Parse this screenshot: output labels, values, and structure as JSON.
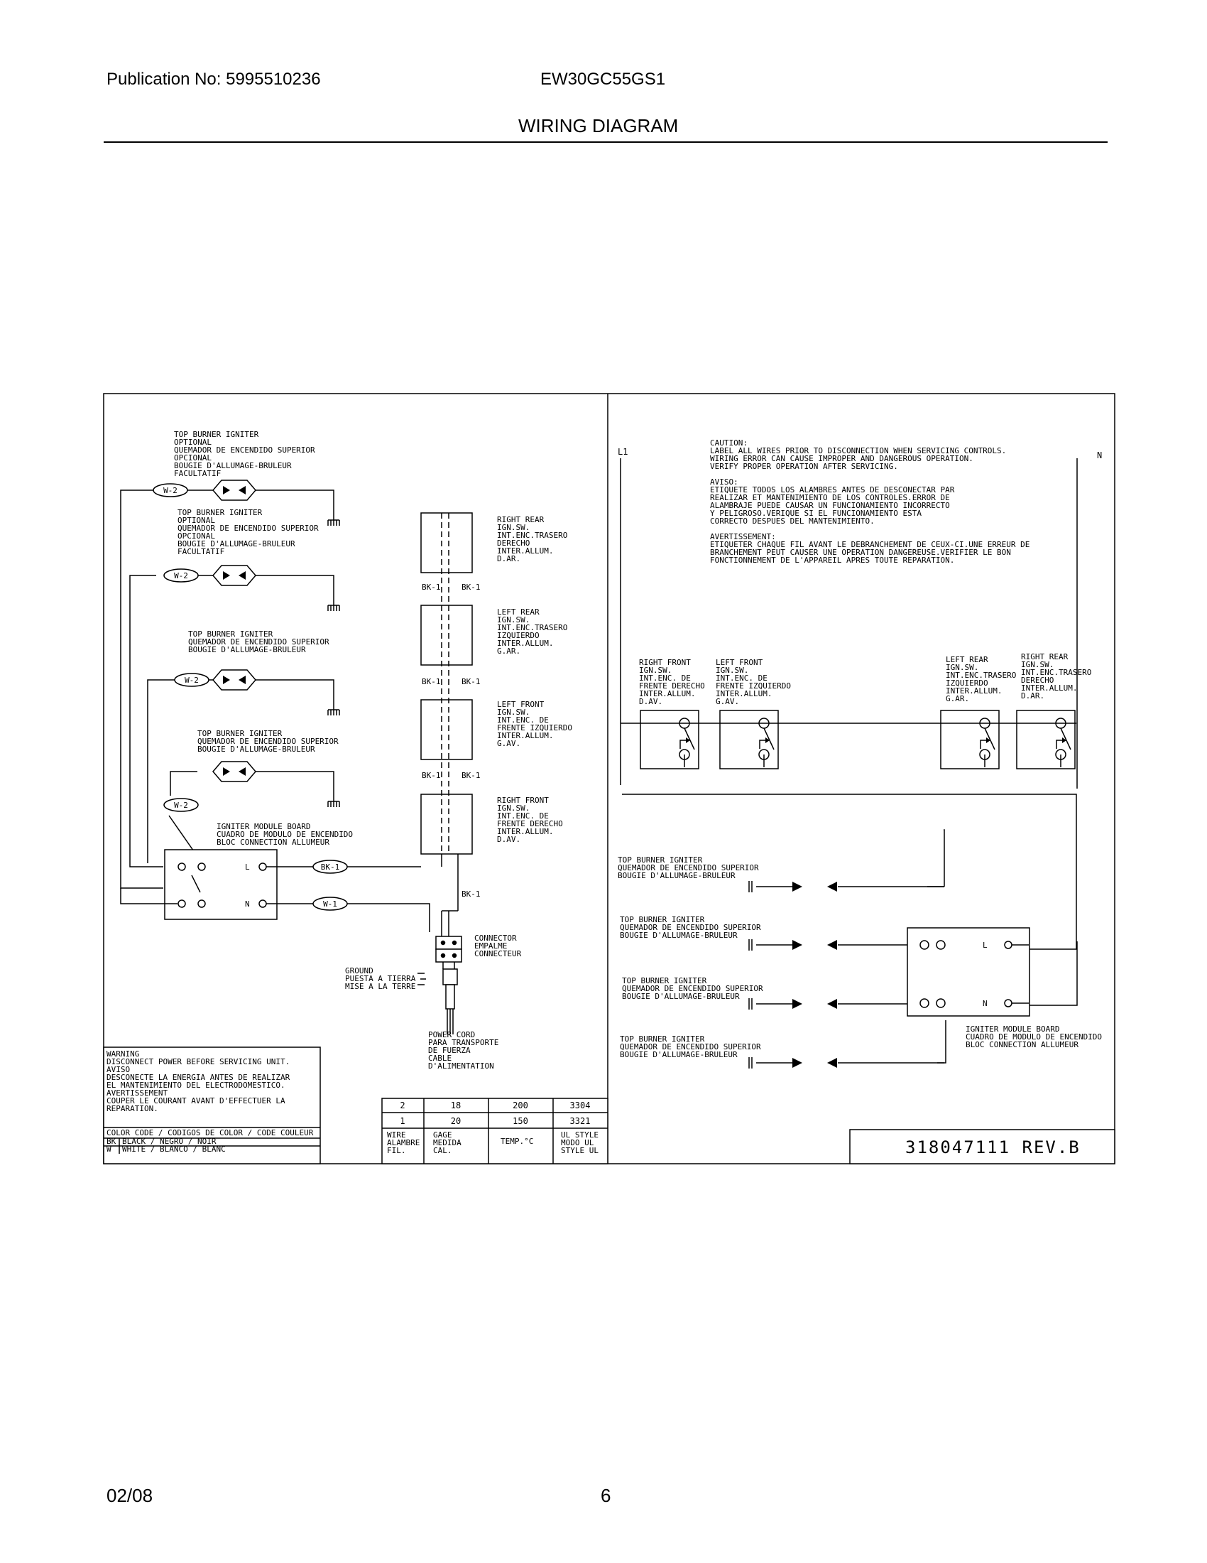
{
  "header": {
    "publication": "Publication No: 5995510236",
    "model": "EW30GC55GS1",
    "title": "WIRING DIAGRAM"
  },
  "footer": {
    "date": "02/08",
    "page": "6"
  },
  "left": {
    "igniters": [
      [
        "TOP BURNER IGNITER",
        "OPTIONAL",
        "QUEMADOR DE ENCENDIDO SUPERIOR",
        "OPCIONAL",
        "BOUGIE D'ALLUMAGE-BRULEUR",
        "FACULTATIF"
      ],
      [
        "TOP BURNER IGNITER",
        "OPTIONAL",
        "QUEMADOR DE ENCENDIDO SUPERIOR",
        "OPCIONAL",
        "BOUGIE D'ALLUMAGE-BRULEUR",
        "FACULTATIF"
      ],
      [
        "TOP BURNER IGNITER",
        "QUEMADOR DE ENCENDIDO SUPERIOR",
        "BOUGIE D'ALLUMAGE-BRULEUR"
      ],
      [
        "TOP BURNER IGNITER",
        "QUEMADOR DE ENCENDIDO SUPERIOR",
        "BOUGIE D'ALLUMAGE-BRULEUR"
      ]
    ],
    "wire_tags": [
      "W-2",
      "W-2",
      "W-2",
      "W-2"
    ],
    "module": [
      "IGNITER MODULE BOARD",
      "CUADRO DE MODULO DE ENCENDIDO",
      "BLOC CONNECTION ALLUMEUR"
    ],
    "module_L": "L",
    "module_N": "N",
    "tag_bk": "BK-1",
    "tag_w": "W-1",
    "switches": [
      [
        "RIGHT REAR",
        "IGN.SW.",
        "INT.ENC.TRASERO",
        "DERECHO",
        "INTER.ALLUM.",
        "D.AR."
      ],
      [
        "LEFT REAR",
        "IGN.SW.",
        "INT.ENC.TRASERO",
        "IZQUIERDO",
        "INTER.ALLUM.",
        "G.AR."
      ],
      [
        "LEFT FRONT",
        "IGN.SW.",
        "INT.ENC. DE",
        "FRENTE IZQUIERDO",
        "INTER.ALLUM.",
        "G.AV."
      ],
      [
        "RIGHT FRONT",
        "IGN.SW.",
        "INT.ENC. DE",
        "FRENTE DERECHO",
        "INTER.ALLUM.",
        "D.AV."
      ]
    ],
    "bk_tags": [
      [
        "BK-1",
        "BK-1"
      ],
      [
        "BK-1",
        "BK-1"
      ],
      [
        "BK-1",
        "BK-1"
      ]
    ],
    "bk_single": "BK-1",
    "connector": [
      "CONNECTOR",
      "EMPALME",
      "CONNECTEUR"
    ],
    "ground": [
      "GROUND",
      "PUESTA A TIERRA",
      "MISE A LA TERRE"
    ],
    "power_cord": [
      "POWER CORD",
      "PARA TRANSPORTE",
      "DE FUERZA",
      "CABLE",
      "D'ALIMENTATION"
    ]
  },
  "warning": [
    "WARNING",
    "DISCONNECT POWER BEFORE SERVICING UNIT.",
    "AVISO",
    "DESCONECTE LA ENERGIA ANTES DE REALIZAR",
    "EL MANTENIMIENTO DEL ELECTRODOMESTICO.",
    "AVERTISSEMENT",
    "COUPER LE COURANT AVANT D'EFFECTUER LA",
    "REPARATION."
  ],
  "color_code": {
    "header": "COLOR CODE / CODIGOS DE COLOR / CODE COULEUR",
    "rows": [
      [
        "BK",
        "BLACK / NEGRO / NOIR"
      ],
      [
        "W",
        "WHITE / BLANCO / BLANC"
      ]
    ]
  },
  "wire_table": {
    "rows": [
      [
        "2",
        "18",
        "200",
        "3304"
      ],
      [
        "1",
        "20",
        "150",
        "3321"
      ]
    ],
    "headers": [
      [
        "WIRE",
        "ALAMBRE",
        "FIL."
      ],
      [
        "GAGE",
        "MEDIDA",
        "CAL."
      ],
      [
        "TEMP.°C"
      ],
      [
        "UL STYLE",
        "MODO UL",
        "STYLE UL"
      ]
    ]
  },
  "right": {
    "L1": "L1",
    "N": "N",
    "caution": [
      "CAUTION:",
      "LABEL ALL WIRES PRIOR TO DISCONNECTION WHEN SERVICING CONTROLS.",
      "WIRING ERROR CAN CAUSE IMPROPER AND DANGEROUS OPERATION.",
      "VERIFY PROPER OPERATION AFTER SERVICING.",
      "",
      "AVISO:",
      "ETIQUETE TODOS LOS ALAMBRES ANTES DE DESCONECTAR PAR",
      "REALIZAR ET MANTENIMIENTO DE LOS CONTROLES.ERROR DE",
      "ALAMBRAJE PUEDE CAUSAR UN FUNCIONAMIENTO INCORRECTO",
      "Y PELIGROSO.VERIQUE SI EL FUNCIONAMIENTO ESTA",
      "CORRECTO DESPUES DEL MANTENIMIENTO.",
      "",
      "AVERTISSEMENT:",
      "ETIQUETER CHAQUE FIL AVANT LE DEBRANCHEMENT DE CEUX-CI.UNE ERREUR DE",
      "BRANCHEMENT PEUT CAUSER UNE OPERATION DANGEREUSE.VERIFIER LE BON",
      "FONCTIONNEMENT DE L'APPAREIL APRES TOUTE REPARATION."
    ],
    "switches": [
      [
        "RIGHT FRONT",
        "IGN.SW.",
        "INT.ENC. DE",
        "FRENTE DERECHO",
        "INTER.ALLUM.",
        "D.AV."
      ],
      [
        "LEFT FRONT",
        "IGN.SW.",
        "INT.ENC. DE",
        "FRENTE IZQUIERDO",
        "INTER.ALLUM.",
        "G.AV."
      ],
      [
        "LEFT REAR",
        "IGN.SW.",
        "INT.ENC.TRASERO",
        "IZQUIERDO",
        "INTER.ALLUM.",
        "G.AR."
      ],
      [
        "RIGHT REAR",
        "IGN.SW.",
        "INT.ENC.TRASERO",
        "DERECHO",
        "INTER.ALLUM.",
        "D.AR."
      ]
    ],
    "igniters": [
      [
        "TOP BURNER IGNITER",
        "QUEMADOR DE ENCENDIDO SUPERIOR",
        "BOUGIE D'ALLUMAGE-BRULEUR"
      ],
      [
        "TOP BURNER IGNITER",
        "QUEMADOR DE ENCENDIDO SUPERIOR",
        "BOUGIE D'ALLUMAGE-BRULEUR"
      ],
      [
        "TOP BURNER IGNITER",
        "QUEMADOR DE ENCENDIDO SUPERIOR",
        "BOUGIE D'ALLUMAGE-BRULEUR"
      ],
      [
        "TOP BURNER IGNITER",
        "QUEMADOR DE ENCENDIDO SUPERIOR",
        "BOUGIE D'ALLUMAGE-BRULEUR"
      ]
    ],
    "module": [
      "IGNITER MODULE BOARD",
      "CUADRO DE MODULO DE ENCENDIDO",
      "BLOC CONNECTION ALLUMEUR"
    ],
    "module_L": "L",
    "module_N": "N"
  },
  "part_number": "318047111 REV.B"
}
